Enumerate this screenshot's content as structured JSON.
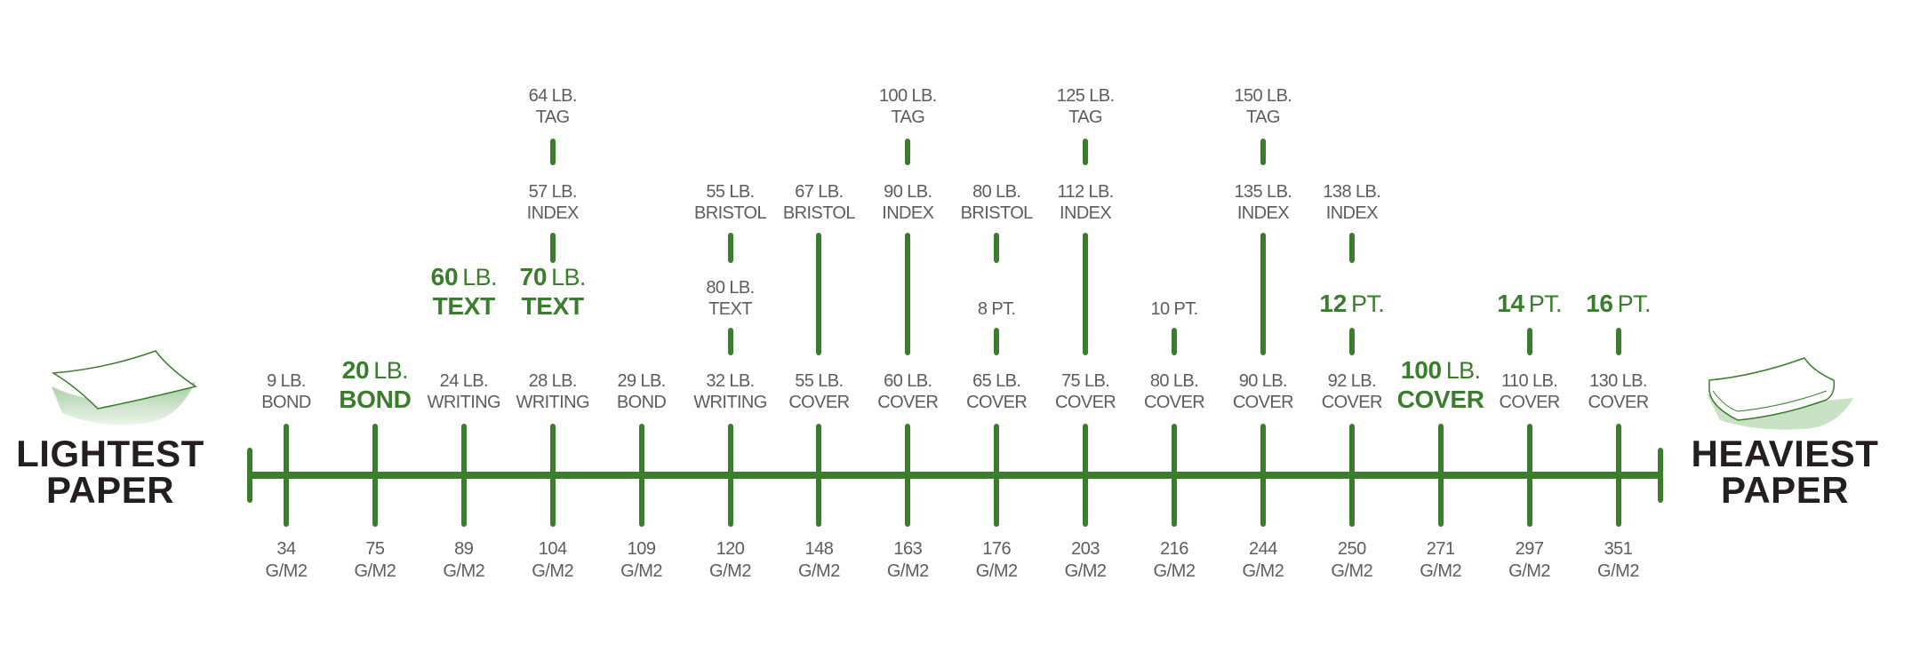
{
  "ends": {
    "left": {
      "line1": "LIGHTEST",
      "line2": "PAPER",
      "icon": "paper-sheet-icon"
    },
    "right": {
      "line1": "HEAVIEST",
      "line2": "PAPER",
      "icon": "paper-stack-icon"
    }
  },
  "colors": {
    "accent": "#3a7d2c",
    "text": "#5d5d5d",
    "title": "#231f20"
  },
  "columns": [
    {
      "gsm": "34",
      "gsm_unit": "G/M2",
      "levels": [
        {
          "num": "9",
          "unit": "LB.",
          "type": "BOND",
          "bold": false
        }
      ]
    },
    {
      "gsm": "75",
      "gsm_unit": "G/M2",
      "levels": [
        {
          "num": "20",
          "unit": "LB.",
          "type": "BOND",
          "bold": true
        }
      ]
    },
    {
      "gsm": "89",
      "gsm_unit": "G/M2",
      "levels": [
        {
          "num": "24",
          "unit": "LB.",
          "type": "WRITING",
          "bold": false
        },
        {
          "num": "60",
          "unit": "LB.",
          "type": "TEXT",
          "bold": true,
          "link": false
        }
      ]
    },
    {
      "gsm": "104",
      "gsm_unit": "G/M2",
      "levels": [
        {
          "num": "28",
          "unit": "LB.",
          "type": "WRITING",
          "bold": false
        },
        {
          "num": "70",
          "unit": "LB.",
          "type": "TEXT",
          "bold": true,
          "link": false
        },
        {
          "num": "57",
          "unit": "LB.",
          "type": "INDEX",
          "bold": false,
          "link": true
        },
        {
          "num": "64",
          "unit": "LB.",
          "type": "TAG",
          "bold": false,
          "link": true
        }
      ]
    },
    {
      "gsm": "109",
      "gsm_unit": "G/M2",
      "levels": [
        {
          "num": "29",
          "unit": "LB.",
          "type": "BOND",
          "bold": false
        }
      ]
    },
    {
      "gsm": "120",
      "gsm_unit": "G/M2",
      "levels": [
        {
          "num": "32",
          "unit": "LB.",
          "type": "WRITING",
          "bold": false
        },
        {
          "num": "80",
          "unit": "LB.",
          "type": "TEXT",
          "bold": false,
          "link": true
        },
        {
          "num": "55",
          "unit": "LB.",
          "type": "BRISTOL",
          "bold": false,
          "link": true
        }
      ]
    },
    {
      "gsm": "148",
      "gsm_unit": "G/M2",
      "levels": [
        {
          "num": "55",
          "unit": "LB.",
          "type": "COVER",
          "bold": false
        },
        null,
        {
          "num": "67",
          "unit": "LB.",
          "type": "BRISTOL",
          "bold": false,
          "link": true
        }
      ]
    },
    {
      "gsm": "163",
      "gsm_unit": "G/M2",
      "levels": [
        {
          "num": "60",
          "unit": "LB.",
          "type": "COVER",
          "bold": false
        },
        null,
        {
          "num": "90",
          "unit": "LB.",
          "type": "INDEX",
          "bold": false,
          "link": true
        },
        {
          "num": "100",
          "unit": "LB.",
          "type": "TAG",
          "bold": false,
          "link": true
        }
      ]
    },
    {
      "gsm": "176",
      "gsm_unit": "G/M2",
      "levels": [
        {
          "num": "65",
          "unit": "LB.",
          "type": "COVER",
          "bold": false
        },
        {
          "num": "8",
          "unit": "PT.",
          "type": "",
          "bold": false,
          "link": true
        },
        {
          "num": "80",
          "unit": "LB.",
          "type": "BRISTOL",
          "bold": false,
          "link": true
        }
      ]
    },
    {
      "gsm": "203",
      "gsm_unit": "G/M2",
      "levels": [
        {
          "num": "75",
          "unit": "LB.",
          "type": "COVER",
          "bold": false
        },
        null,
        {
          "num": "112",
          "unit": "LB.",
          "type": "INDEX",
          "bold": false,
          "link": true
        },
        {
          "num": "125",
          "unit": "LB.",
          "type": "TAG",
          "bold": false,
          "link": true
        }
      ]
    },
    {
      "gsm": "216",
      "gsm_unit": "G/M2",
      "levels": [
        {
          "num": "80",
          "unit": "LB.",
          "type": "COVER",
          "bold": false
        },
        {
          "num": "10",
          "unit": "PT.",
          "type": "",
          "bold": false,
          "link": true
        }
      ]
    },
    {
      "gsm": "244",
      "gsm_unit": "G/M2",
      "levels": [
        {
          "num": "90",
          "unit": "LB.",
          "type": "COVER",
          "bold": false
        },
        null,
        {
          "num": "135",
          "unit": "LB.",
          "type": "INDEX",
          "bold": false,
          "link": true
        },
        {
          "num": "150",
          "unit": "LB.",
          "type": "TAG",
          "bold": false,
          "link": true
        }
      ]
    },
    {
      "gsm": "250",
      "gsm_unit": "G/M2",
      "levels": [
        {
          "num": "92",
          "unit": "LB.",
          "type": "COVER",
          "bold": false
        },
        {
          "num": "12",
          "unit": "PT.",
          "type": "",
          "bold": true,
          "link": true
        },
        {
          "num": "138",
          "unit": "LB.",
          "type": "INDEX",
          "bold": false,
          "link": true
        }
      ]
    },
    {
      "gsm": "271",
      "gsm_unit": "G/M2",
      "levels": [
        {
          "num": "100",
          "unit": "LB.",
          "type": "COVER",
          "bold": true
        }
      ]
    },
    {
      "gsm": "297",
      "gsm_unit": "G/M2",
      "levels": [
        {
          "num": "110",
          "unit": "LB.",
          "type": "COVER",
          "bold": false
        },
        {
          "num": "14",
          "unit": "PT.",
          "type": "",
          "bold": true,
          "link": true
        }
      ]
    },
    {
      "gsm": "351",
      "gsm_unit": "G/M2",
      "levels": [
        {
          "num": "130",
          "unit": "LB.",
          "type": "COVER",
          "bold": false
        },
        {
          "num": "16",
          "unit": "PT.",
          "type": "",
          "bold": true,
          "link": true
        }
      ]
    }
  ]
}
